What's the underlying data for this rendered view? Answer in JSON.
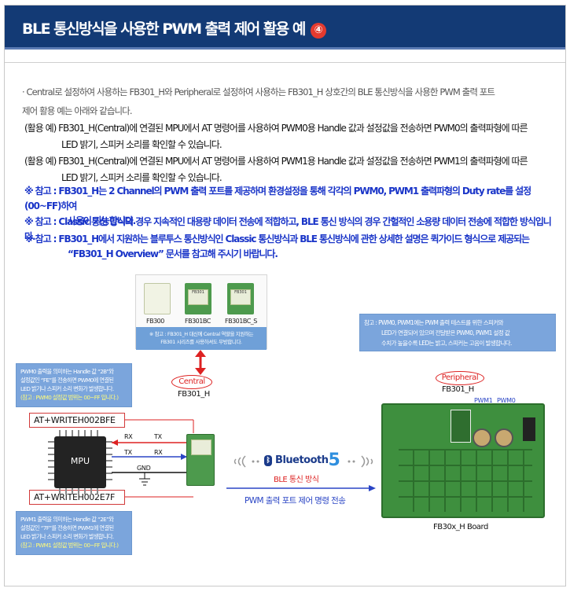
{
  "header": {
    "title": "BLE 통신방식을 사용한 PWM 출력 제어 활용 예",
    "badge": "④"
  },
  "intro": {
    "line1": "· Central로 설정하여 사용하는 FB301_H와 Peripheral로 설정하여 사용하는 FB301_H 상호간의 BLE 통신방식을 사용한 PWM 출력 포트",
    "line2": "제어 활용 예는 아래와 같습니다."
  },
  "examples": [
    {
      "line1": "(활용 예) FB301_H(Central)에 연결된 MPU에서 AT 명령어를 사용하여 PWM0용 Handle 값과 설정값을 전송하면 PWM0의 출력파형에 따른",
      "line2": "LED 밝기, 스피커 소리를 확인할 수 있습니다."
    },
    {
      "line1": "(활용 예) FB301_H(Central)에 연결된 MPU에서 AT 명령어를 사용하여 PWM1용 Handle 값과 설정값을 전송하면 PWM1의 출력파형에 따른",
      "line2": "LED 밝기, 스피커 소리를 확인할 수 있습니다."
    }
  ],
  "notes": [
    {
      "line1": "※ 참고 : FB301_H는 2 Channel의 PWM 출력 포트를 제공하며 환경설정을 통해 각각의 PWM0, PWM1 출력파형의 Duty rate를 설정(00~FF)하여",
      "line2": "사용이 가능합니다."
    },
    {
      "line1": "※ 참고 : Classic 통신 방식의 경우 지속적인 대용량 데이터 전송에 적합하고, BLE 통신 방식의 경우 간헐적인 소용량 데이터 전송에 적합한 방식입니다.",
      "line2": ""
    },
    {
      "line1": "※ 참고 : FB301_H에서 지원하는 블루투스 통신방식인 Classic 통신방식과 BLE 통신방식에 관한 상세한 설명은 퀵가이드 형식으로 제공되는",
      "line2": "“FB301_H Overview” 문서를 참고해 주시기 바랍니다."
    }
  ],
  "modules": {
    "items": [
      {
        "label": "FB300"
      },
      {
        "label": "FB301BC"
      },
      {
        "label": "FB301BC_S"
      }
    ],
    "chip_text": "FB301",
    "note_line1": "※ 참고 : FB301_H 대신에 Central 역할을 지원하는",
    "note_line2": "FB301 시리즈를 사용하셔도 무방합니다."
  },
  "callout_pwm0": {
    "line1": "PWM0 출력을 의미하는 Handle 값 “2B”와",
    "line2": "설정값인 “FE”를 전송하면 PWM0에 연결된",
    "line3": "LED 밝기나 스피커 소리 변화가 발생합니다.",
    "line4": "(참고 : PWM0 설정값 범위는 00~FF 입니다.)"
  },
  "callout_pwm1": {
    "line1": "PWM1 출력을 의미하는 Handle 값 “2E”와",
    "line2": "설정값인 “7F”를 전송하면 PWM1에 연결된",
    "line3": "LED 밝기나 스피커 소리 변화가 발생합니다.",
    "line4": "(참고 : PWM1 설정값 범위는 00~FF 입니다.)"
  },
  "callout_right": {
    "line1": "참고 : PWM0, PWM1에는 PWM 출력 테스트를 위한 스피커와",
    "line2": "LED가 연결되어 있으며 전달받은 PWM0, PWM1 설정 값",
    "line3": "수치가 높을수록 LED는 밝고, 스피커는 고음이 발생합니다."
  },
  "commands": {
    "cmd1": "AT+WRITEH002BFE",
    "cmd2": "AT+WRITEH002E7F"
  },
  "mpu_label": "MPU",
  "signals": {
    "rx1": "RX",
    "tx1": "TX",
    "tx2": "TX",
    "rx2": "RX",
    "gnd": "GND"
  },
  "central": {
    "role": "Central",
    "name": "FB301_H"
  },
  "peripheral": {
    "role": "Peripheral",
    "name": "FB301_H",
    "pwm1": "PWM1",
    "pwm0": "PWM0"
  },
  "bluetooth": {
    "word": "Bluetooth",
    "version": "5",
    "ble_label": "BLE 통신 방식"
  },
  "pwm_transfer": "PWM 출력 포트 제어 명령 전송",
  "board_label": "FB30x_H Board",
  "colors": {
    "header_bg": "#133a75",
    "note_blue": "#1a35c8",
    "callout_bg": "#7ba5dc",
    "accent_red": "#d22222",
    "badge": "#e43a2f"
  }
}
